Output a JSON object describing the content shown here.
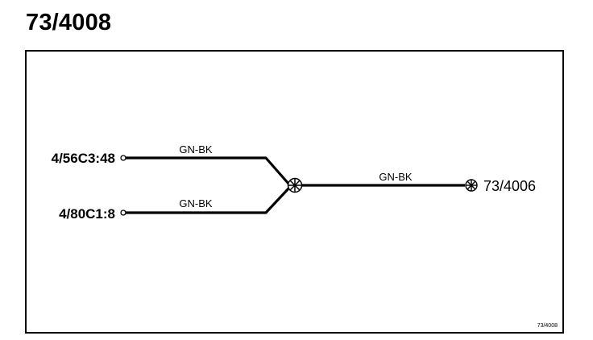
{
  "title": "73/4008",
  "connectors": [
    {
      "id": "4/56C3:48",
      "wire_color": "GN-BK"
    },
    {
      "id": "4/80C1:8",
      "wire_color": "GN-BK"
    }
  ],
  "splice_to_ground": {
    "wire_color": "GN-BK"
  },
  "ground_point": "73/4006",
  "diagram_ref": "73/4008",
  "colors": {
    "line": "#000000",
    "background": "#ffffff"
  }
}
